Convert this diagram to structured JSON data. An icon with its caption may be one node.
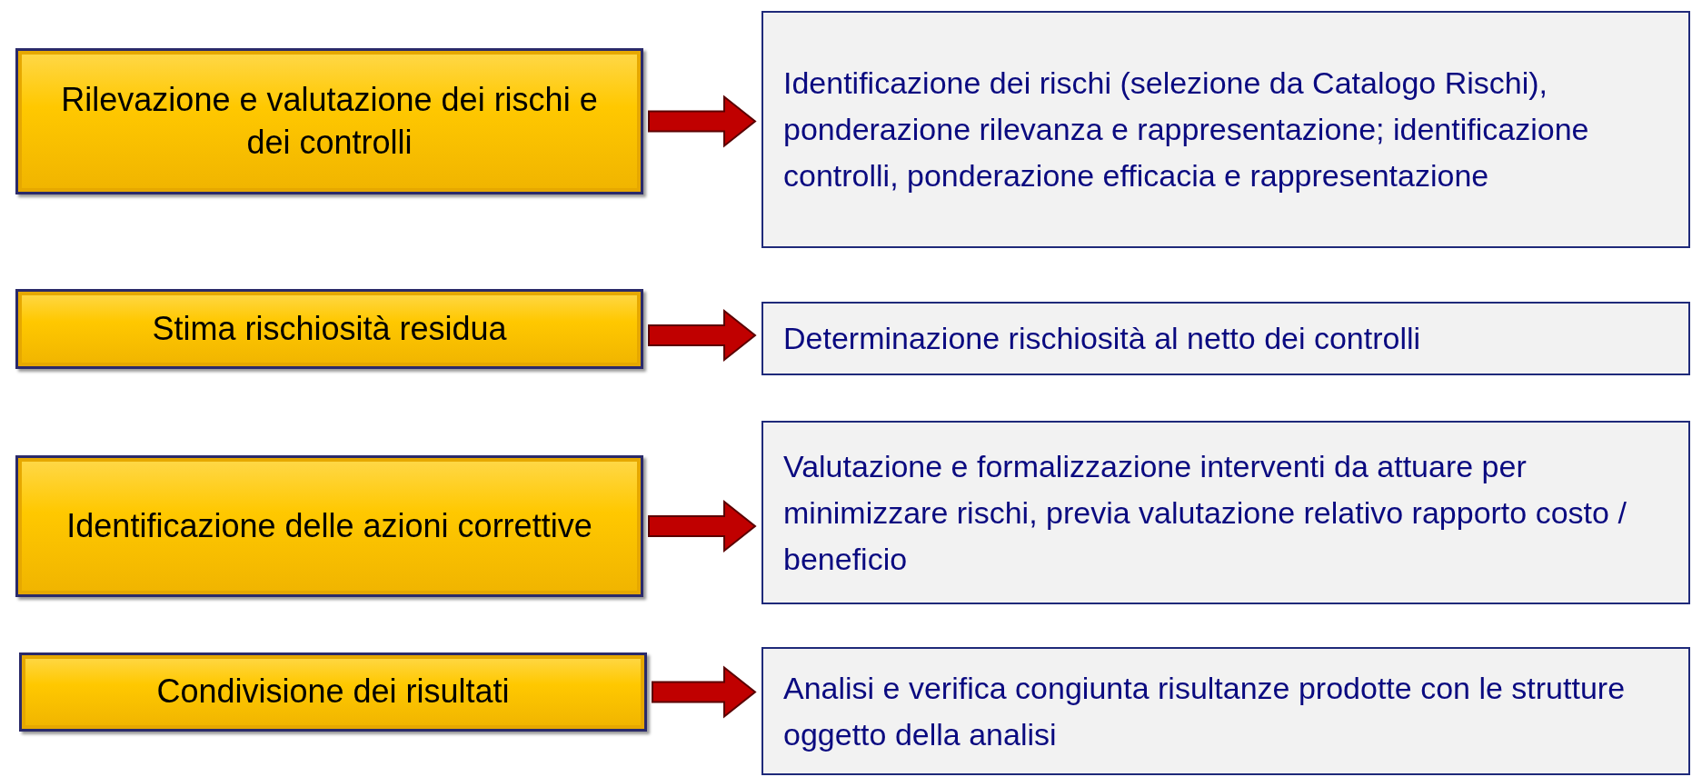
{
  "diagram": {
    "nodes": [
      {
        "text": [
          "Rilevazione e valutazione dei rischi e dei controlli"
        ]
      },
      {
        "text": [
          "Identificazione dei rischi (selezione da Catalogo Rischi), ponderazione rilevanza e rappresentazione; identificazione controlli, ponderazione efficacia e rappresentazione"
        ]
      },
      {
        "text": [
          "Stima rischiosità residua"
        ]
      },
      {
        "text": [
          "Determinazione rischiosità al netto dei controlli"
        ]
      },
      {
        "text": [
          "Identificazione delle azioni correttive"
        ]
      },
      {
        "text": [
          "Valutazione e formalizzazione interventi da attuare per minimizzare rischi, previa valutazione relativo rapporto costo / beneficio"
        ]
      },
      {
        "text": [
          "Condivisione dei risultati"
        ]
      },
      {
        "text": [
          "Analisi e verifica congiunta risultanze prodotte con le strutture oggetto della analisi"
        ]
      }
    ],
    "edges": [
      {
        "from": 0,
        "to": 1,
        "arrow": "to"
      },
      {
        "from": 2,
        "to": 3,
        "arrow": "to"
      },
      {
        "from": 4,
        "to": 5,
        "arrow": "to"
      },
      {
        "from": 6,
        "to": 7,
        "arrow": "to"
      }
    ]
  }
}
